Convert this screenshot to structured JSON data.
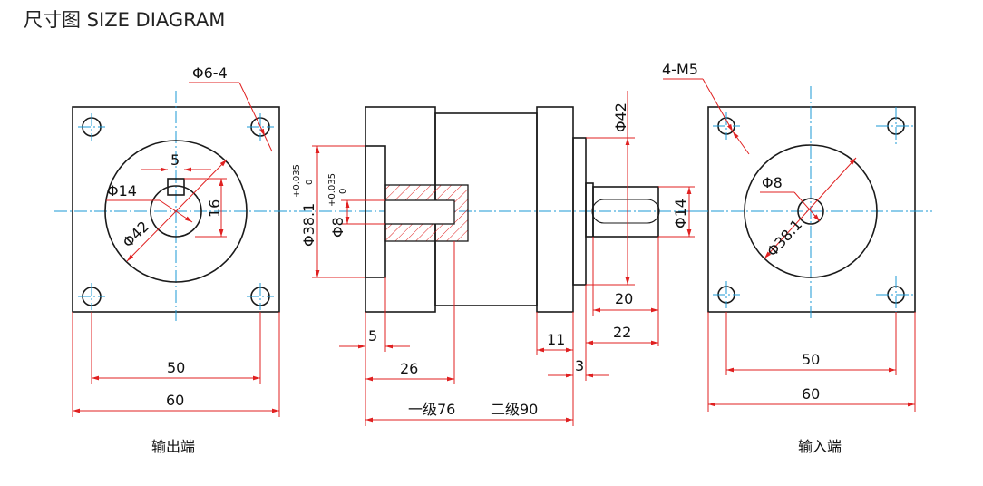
{
  "title": "尺寸图 SIZE DIAGRAM",
  "colors": {
    "outline": "#1a1a1a",
    "center_line": "#1b9ad6",
    "dimension": "#e02020",
    "hatch": "#e02020"
  },
  "output_view": {
    "label": "输出端",
    "hole_note": "Φ6-4",
    "key_width": "5",
    "shaft_dia": "Φ14",
    "key_height": "16",
    "pilot_dia": "Φ42",
    "hole_pitch": "50",
    "flange_width": "60"
  },
  "side_view": {
    "input_bore": "Φ38.1",
    "input_bore_tol_upper": "+0.035",
    "input_bore_tol_lower": "0",
    "shaft_bore": "Φ8",
    "shaft_bore_tol_upper": "+0.035",
    "shaft_bore_tol_lower": "0",
    "pilot_dia": "Φ42",
    "output_shaft_dia": "Φ14",
    "dim_5": "5",
    "dim_26": "26",
    "dim_11": "11",
    "dim_3": "3",
    "dim_20": "20",
    "dim_22": "22",
    "stage1_length": "一级76",
    "stage2_length": "二级90"
  },
  "input_view": {
    "label": "输入端",
    "thread_note": "4-M5",
    "bore_dia": "Φ8",
    "pilot_dia": "Φ38.1",
    "hole_pitch": "50",
    "flange_width": "60"
  }
}
